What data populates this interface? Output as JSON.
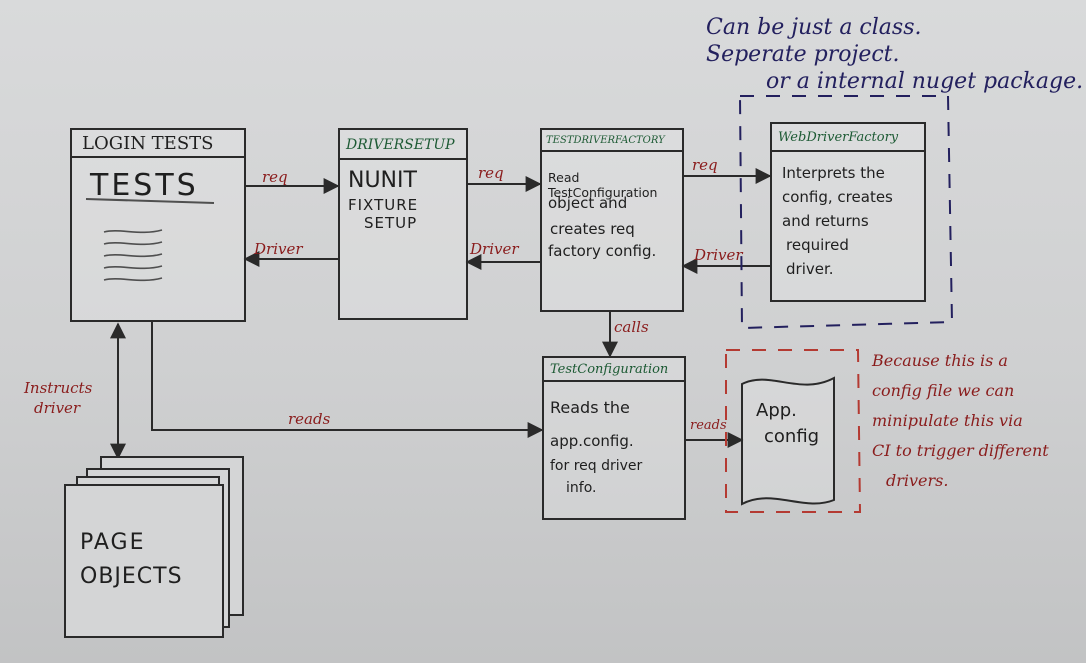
{
  "note_top": {
    "lines": [
      "Can be just a class.",
      "Seperate project.",
      "or a internal nuget package."
    ]
  },
  "login_tests": {
    "header": "LOGIN TESTS",
    "title": "TESTS"
  },
  "driver_setup": {
    "header": "DRIVERSETUP",
    "lines": [
      "NUNIT",
      "FIXTURE",
      "SETUP"
    ]
  },
  "test_driver_factory": {
    "header": "TESTDRIVERFACTORY",
    "lines": [
      "Read TestConfiguration",
      "object and",
      "creates req",
      "factory config."
    ]
  },
  "webdriver_factory": {
    "header": "WebDriverFactory",
    "lines": [
      "Interprets the",
      "config, creates",
      "and returns",
      "required",
      "driver."
    ]
  },
  "test_configuration": {
    "header": "TestConfiguration",
    "lines": [
      "Reads the",
      "app.config.",
      "for req driver",
      "info."
    ]
  },
  "app_config": {
    "lines": [
      "App.",
      "config"
    ]
  },
  "page_objects": {
    "lines": [
      "PAGE",
      "OBJECTS"
    ]
  },
  "note_side": {
    "lines": [
      "Because this is a",
      "config file we can",
      "minipulate this via",
      "CI to trigger different",
      "drivers."
    ]
  },
  "labels": {
    "req_1": "req",
    "driver_1": "Driver",
    "req_2": "req",
    "driver_2": "Driver",
    "req_3": "req",
    "driver_3": "Driver",
    "calls": "calls",
    "reads_1": "reads",
    "reads_2": "reads",
    "instructs": [
      "Instructs",
      "driver"
    ]
  },
  "colors": {
    "ink": "#2a2a2a",
    "header_green": "#1d5a34",
    "annotation_red": "#8a1c1c",
    "note_blue": "#23205e",
    "paper": "#d4d5d6"
  }
}
